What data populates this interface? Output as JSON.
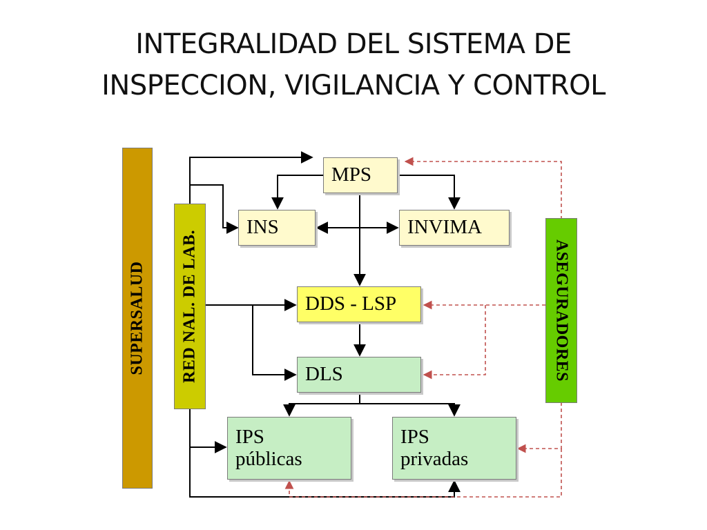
{
  "title": {
    "line1": "INTEGRALIDAD DEL SISTEMA DE",
    "line2": "INSPECCION, VIGILANCIA Y CONTROL"
  },
  "bars": {
    "supersalud": "SUPERSALUD",
    "red_nal": "RED NAL. DE LAB.",
    "aseguradores": "ASEGURADORES"
  },
  "nodes": {
    "mps": "MPS",
    "ins": "INS",
    "invima": "INVIMA",
    "dds": "DDS - LSP",
    "dls": "DLS",
    "ips_publicas_1": "IPS",
    "ips_publicas_2": "públicas",
    "ips_privadas_1": "IPS",
    "ips_privadas_2": "privadas"
  },
  "colors": {
    "supersalud": "#cc9900",
    "red_nal": "#cccc00",
    "aseguradores": "#66cc00",
    "light_yellow": "#fffacd",
    "yellow": "#ffff66",
    "light_green": "#c6eec4",
    "dashed_arrow": "#c0504d"
  }
}
